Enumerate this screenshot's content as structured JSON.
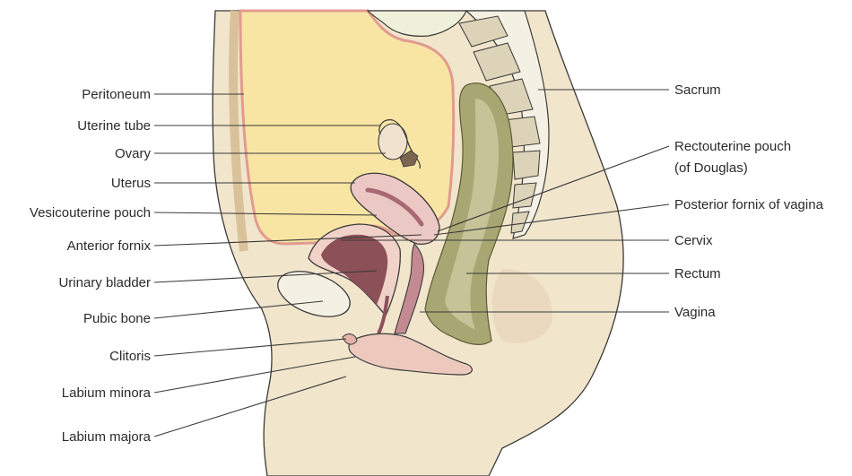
{
  "labels_left": [
    {
      "key": "peritoneum",
      "text": "Peritoneum"
    },
    {
      "key": "uterine_tube",
      "text": "Uterine tube"
    },
    {
      "key": "ovary",
      "text": "Ovary"
    },
    {
      "key": "uterus",
      "text": "Uterus"
    },
    {
      "key": "vesicouterine_pouch",
      "text": "Vesicouterine pouch"
    },
    {
      "key": "anterior_fornix",
      "text": "Anterior fornix"
    },
    {
      "key": "urinary_bladder",
      "text": "Urinary bladder"
    },
    {
      "key": "pubic_bone",
      "text": "Pubic bone"
    },
    {
      "key": "clitoris",
      "text": "Clitoris"
    },
    {
      "key": "labium_minora",
      "text": "Labium minora"
    },
    {
      "key": "labium_majora",
      "text": "Labium majora"
    }
  ],
  "labels_right": [
    {
      "key": "sacrum",
      "text": "Sacrum"
    },
    {
      "key": "rectouterine_pouch",
      "text": "Rectouterine pouch"
    },
    {
      "key": "rectouterine_pouch_sub",
      "text": "(of Douglas)"
    },
    {
      "key": "posterior_fornix",
      "text": "Posterior fornix of vagina"
    },
    {
      "key": "cervix",
      "text": "Cervix"
    },
    {
      "key": "rectum",
      "text": "Rectum"
    },
    {
      "key": "vagina",
      "text": "Vagina"
    }
  ],
  "colors": {
    "skin": "#f1e5cc",
    "peritoneal_cavity": "#f8e5a4",
    "peritoneum_line": "#e29b8f",
    "uterus": "#ecc8c4",
    "uterine_cavity": "#c48a92",
    "bladder": "#8c5058",
    "bone": "#f4f0e4",
    "rectum": "#a8a773",
    "pink_tissue": "#f0d2c8"
  }
}
